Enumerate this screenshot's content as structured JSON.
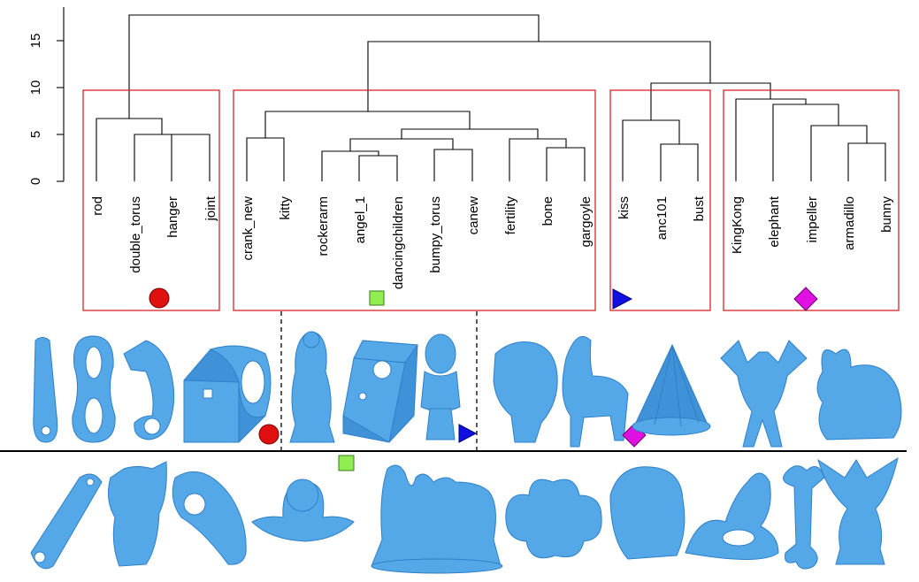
{
  "axis": {
    "ticks": [
      "0",
      "5",
      "10",
      "15"
    ],
    "tick_values": [
      0,
      5,
      10,
      15
    ]
  },
  "leaves": [
    "rod",
    "double_torus",
    "hanger",
    "joint",
    "crank_new",
    "kitty",
    "rockerarm",
    "angel_1",
    "dancingchildren",
    "bumpy_torus",
    "canew",
    "fertility",
    "bone",
    "gargoyle",
    "kiss",
    "anc101",
    "bust",
    "KingKong",
    "elephant",
    "impeller",
    "armadillo",
    "bunny"
  ],
  "clusters": [
    {
      "id": "cluster-1",
      "marker": "red-circle",
      "color": "#e01010"
    },
    {
      "id": "cluster-2",
      "marker": "green-square",
      "color": "#90ee50"
    },
    {
      "id": "cluster-3",
      "marker": "blue-triangle",
      "color": "#1010e0"
    },
    {
      "id": "cluster-4",
      "marker": "magenta-diamond",
      "color": "#e010e0"
    }
  ],
  "colors": {
    "box": "#d62728",
    "mesh": "#54a8e8",
    "mesh_edge": "#2f7fc7"
  },
  "top_row_models": [
    "rod-model",
    "double-torus-model",
    "hanger-model",
    "joint-model",
    "dancingchildren-model",
    "rockerarm-model",
    "bust-model",
    "kiss-model",
    "elephant-model",
    "impeller-model",
    "armadillo-model",
    "bunny-model"
  ],
  "bottom_row_models": [
    "crank-model",
    "kitty-model",
    "rockerarm-model",
    "angel-model",
    "dancingchildren-model",
    "bumpy-torus-model",
    "kingkong-model",
    "fertility-model",
    "bone-model",
    "gargoyle-model"
  ]
}
